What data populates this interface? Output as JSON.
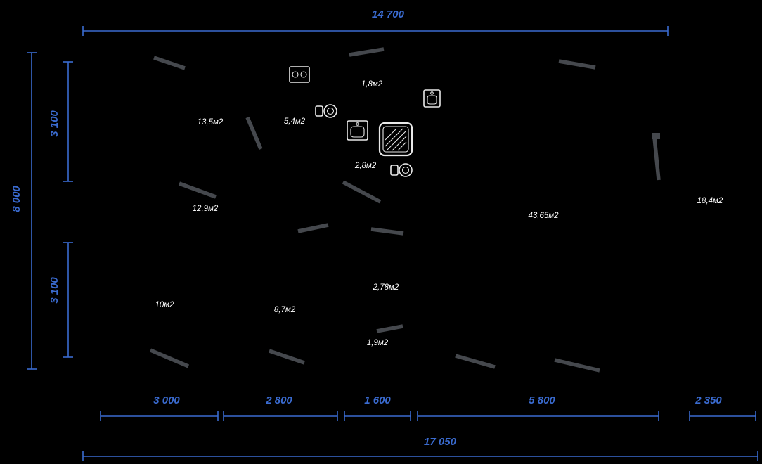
{
  "title": "floor-plan-drawing",
  "colors": {
    "background": "#000000",
    "dimension_blue": "#3a6bd0",
    "wall_gray": "#45484d",
    "label_white": "#ffffff"
  },
  "dimensions": {
    "top_width": "14 700",
    "left_total_height": "8 000",
    "left_upper": "3 100",
    "left_lower": "3 100",
    "bottom_segments": [
      "3 000",
      "2 800",
      "1 600",
      "5 800",
      "2 350"
    ],
    "bottom_total": "17 050"
  },
  "rooms": [
    {
      "area": "13,5м2"
    },
    {
      "area": "5,4м2"
    },
    {
      "area": "1,8м2"
    },
    {
      "area": "2,8м2"
    },
    {
      "area": "12,9м2"
    },
    {
      "area": "43,65м2"
    },
    {
      "area": "10м2"
    },
    {
      "area": "8,7м2"
    },
    {
      "area": "2,78м2"
    },
    {
      "area": "1,9м2"
    },
    {
      "area": "18,4м2"
    }
  ],
  "fixtures": [
    "stove-icon",
    "washbasin-icon",
    "sink-icon",
    "sink-icon",
    "shower-icon",
    "toilet-icon"
  ]
}
